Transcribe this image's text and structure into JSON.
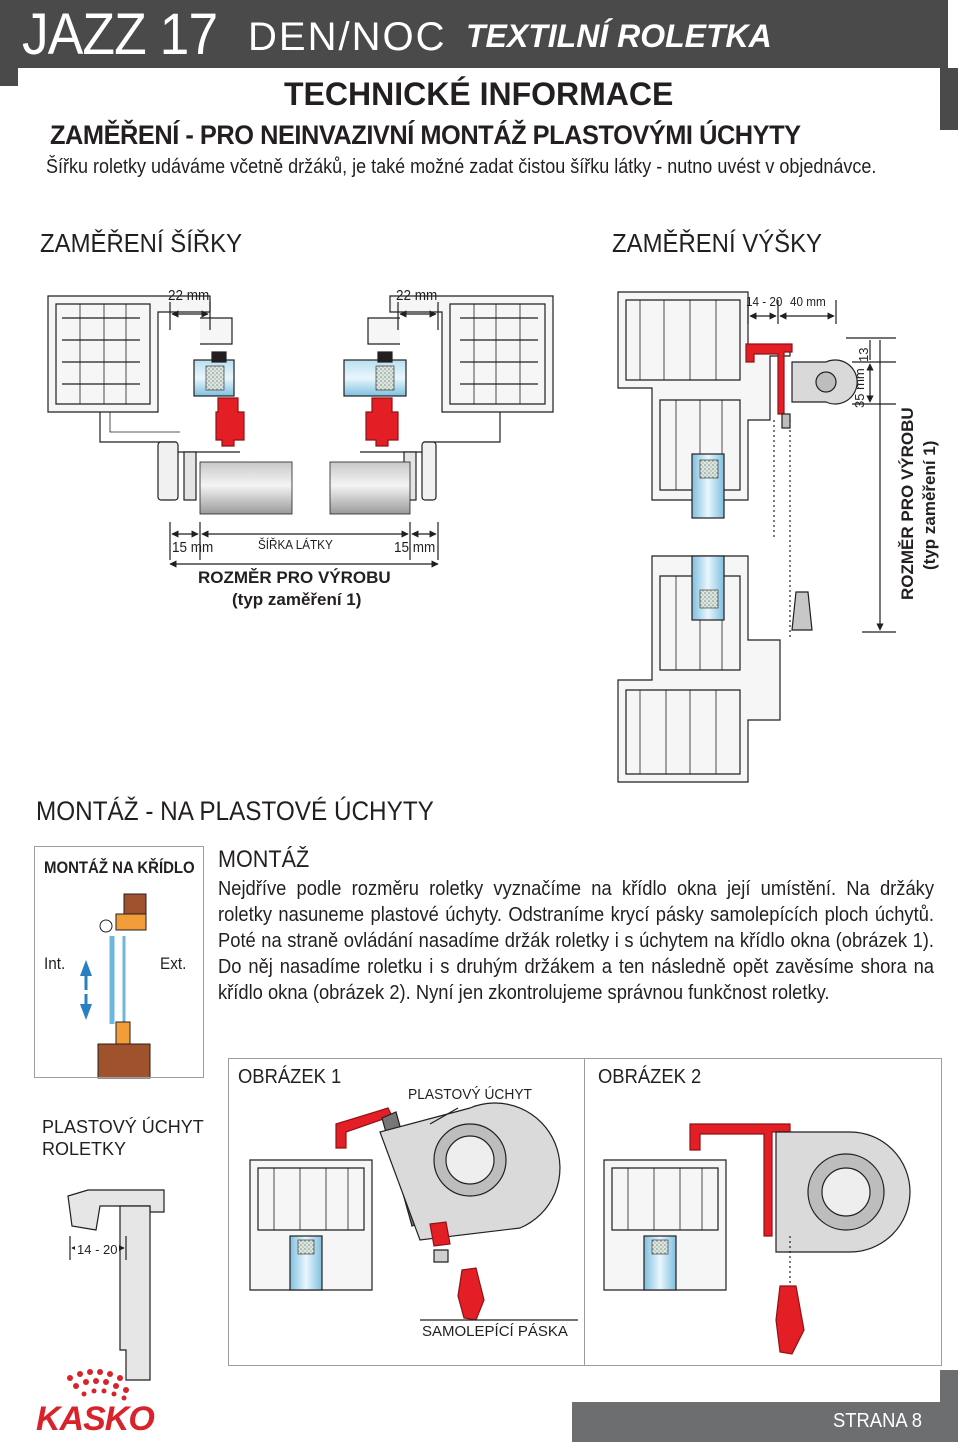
{
  "header": {
    "brand": "JAZZ 17",
    "brand_sub": "DEN/NOC",
    "product": "TEXTILNÍ ROLETKA"
  },
  "section": {
    "title": "TECHNICKÉ INFORMACE",
    "subtitle": "ZAMĚŘENÍ - PRO NEINVAZIVNÍ  MONTÁŽ PLASTOVÝMI ÚCHYTY",
    "intro": "Šířku roletky udáváme včetně držáků, je také možné zadat čistou šířku látky - nutno uvést v objednávce."
  },
  "width_diagram": {
    "heading": "ZAMĚŘENÍ ŠÍŘKY",
    "left_offset": "22 mm",
    "right_offset": "22 mm",
    "left_margin": "15 mm",
    "fabric_width": "ŠÍŘKA LÁTKY",
    "right_margin": "15 mm",
    "result_line1": "ROZMĚR PRO VÝROBU",
    "result_line2": "(typ zaměření 1)"
  },
  "height_diagram": {
    "heading": "ZAMĚŘENÍ VÝŠKY",
    "range": "14 - 20",
    "offset": "40 mm",
    "clip_height": "35 mm",
    "top_gap": "13",
    "result_line1": "ROZMĚR PRO VÝROBU",
    "result_line2": "(typ zaměření 1)"
  },
  "montage": {
    "heading": "MONTÁŽ  - NA PLASTOVÉ ÚCHYTY",
    "side_title": "MONTÁŽ NA KŘÍDLO",
    "side_int": "Int.",
    "side_ext": "Ext.",
    "subheading": "MONTÁŽ",
    "body": "Nejdříve podle rozměru roletky vyznačíme na křídlo okna její umístění. Na držáky roletky nasuneme plastové úchyty. Odstraníme krycí pásky samolepících ploch úchytů. Poté na straně ovládání nasadíme držák roletky i s úchytem na křídlo okna (obrázek 1). Do něj nasadíme roletku i s druhým držákem a ten následně opět zavěsíme shora na křídlo okna (obrázek 2). Nyní jen zkontrolujeme správnou funkčnost roletky."
  },
  "clip": {
    "title_line1": "PLASTOVÝ ÚCHYT",
    "title_line2": "ROLETKY",
    "dimension": "14 - 20"
  },
  "figures": {
    "fig1_label": "OBRÁZEK 1",
    "fig1_callout_top": "PLASTOVÝ ÚCHYT",
    "fig1_callout_bottom": "SAMOLEPÍCÍ PÁSKA",
    "fig2_label": "OBRÁZEK 2"
  },
  "footer": {
    "logo": "KASKO",
    "page": "STRANA 8"
  },
  "colors": {
    "header_gray": "#4a4a4a",
    "footer_gray": "#6d6e70",
    "holder_red": "#e31e24",
    "glass_blue": "#8ec9e6",
    "clip_orange": "#f39c3a",
    "arrow_blue": "#2a7fc1"
  }
}
